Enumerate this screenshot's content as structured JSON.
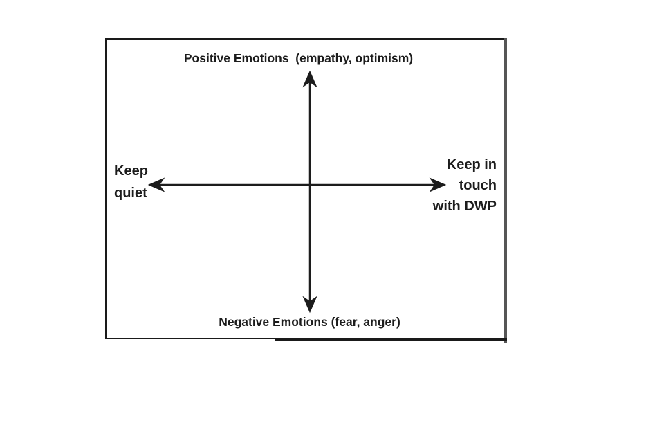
{
  "diagram": {
    "type": "quadrant-axes",
    "top_label": "Positive Emotions  (empathy, optimism)",
    "bottom_label": "Negative Emotions (fear, anger)",
    "left_label": "Keep\nquiet",
    "right_label": "Keep in\ntouch\nwith DWP",
    "colors": {
      "ink": "#1c1c1c",
      "border_black": "#1a1a1a",
      "right_border_gray": "#565656",
      "background": "#ffffff"
    }
  }
}
